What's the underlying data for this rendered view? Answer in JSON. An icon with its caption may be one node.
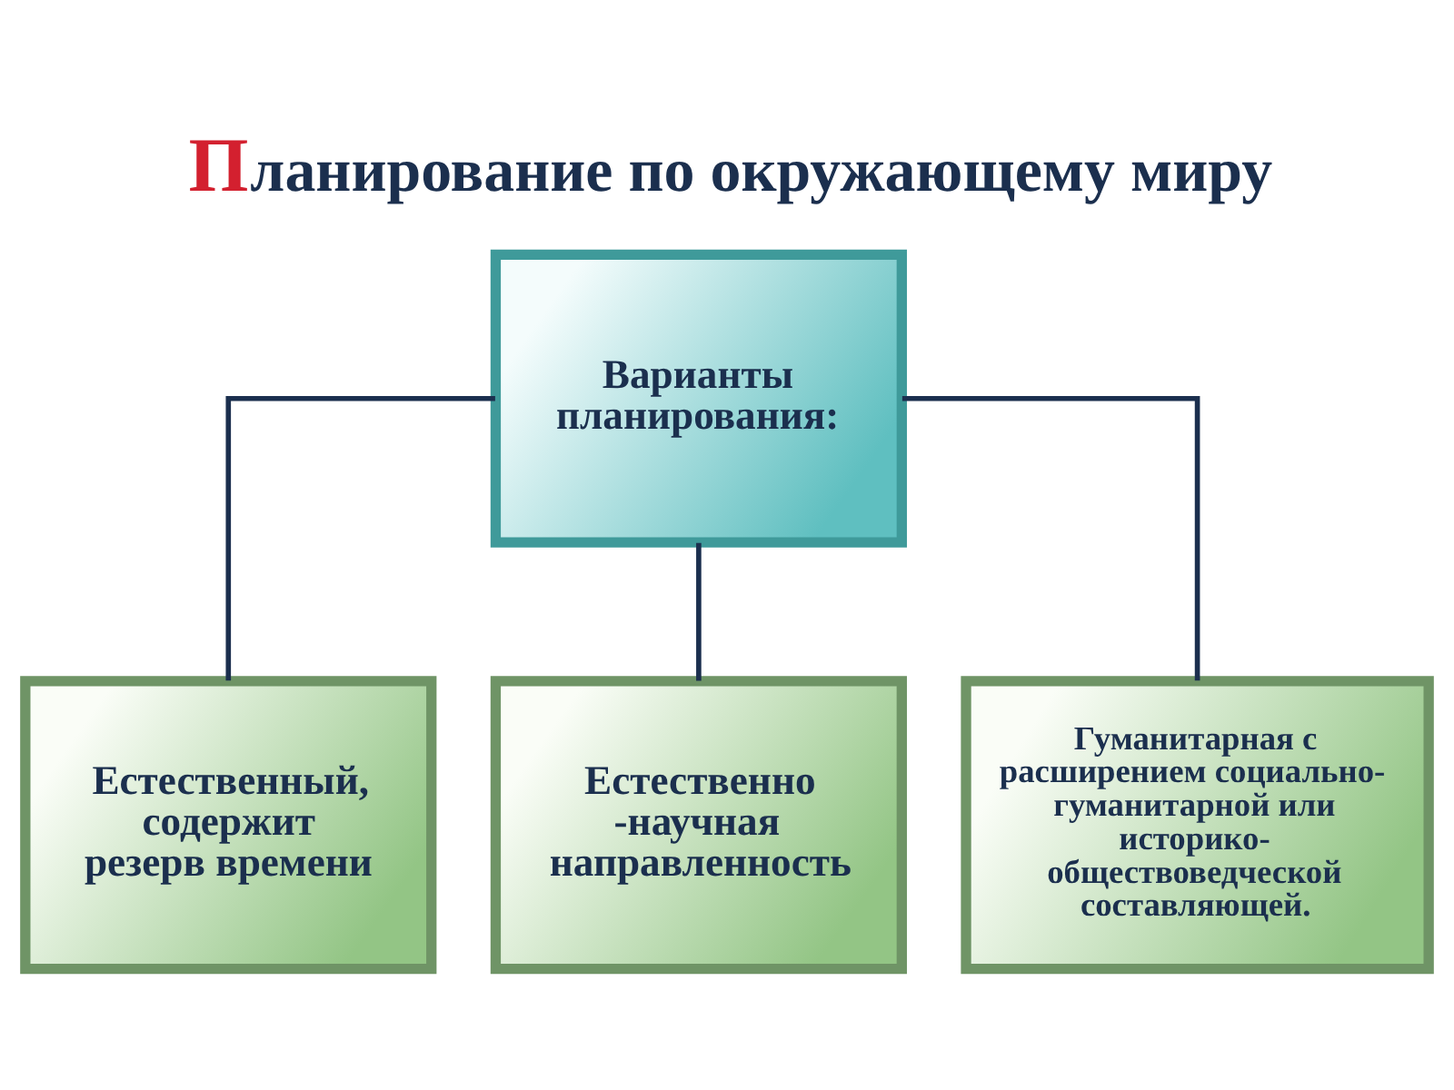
{
  "diagram": {
    "title": "Планирование по окружающему миру",
    "nodes": [
      {
        "text": [
          "Варианты планирования:"
        ]
      },
      {
        "text": [
          "Естественный, содержит резерв времени"
        ]
      },
      {
        "text": [
          "Естественно -научная направленность"
        ]
      },
      {
        "text": [
          "Гуманитарная с расширением социально-гуманитарной или историко- обществоведческой составляющей."
        ]
      }
    ],
    "edges": [
      {
        "from": 0,
        "to": 1,
        "arrow": "none"
      },
      {
        "from": 0,
        "to": 2,
        "arrow": "none"
      },
      {
        "from": 0,
        "to": 3,
        "arrow": "none"
      }
    ]
  }
}
